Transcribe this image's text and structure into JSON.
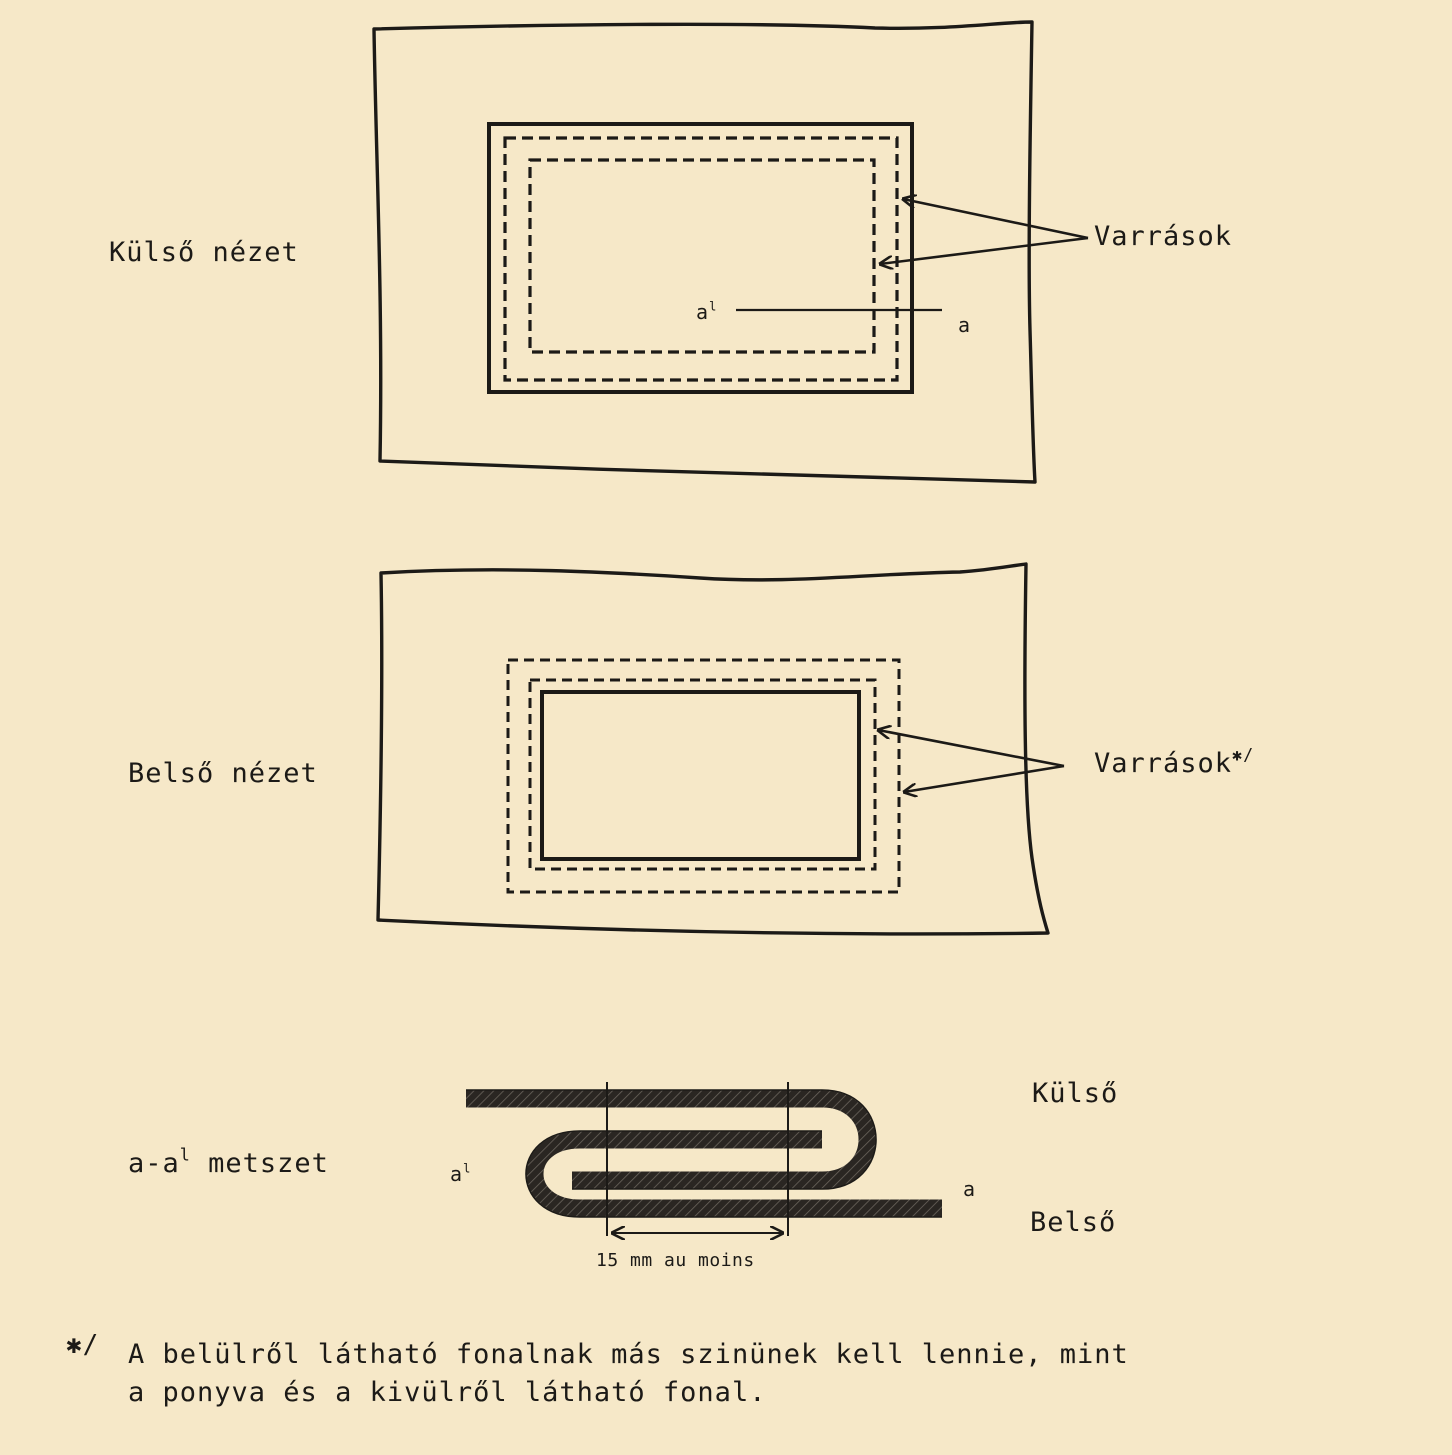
{
  "colors": {
    "paper": "#f6e8c8",
    "ink": "#1c1a17"
  },
  "view_outer": {
    "label": "Külső nézet",
    "seams_label": "Varrások",
    "section_end_a1": "a",
    "section_end_a1_sup": "l",
    "section_end_a": "a"
  },
  "view_inner": {
    "label": "Belső nézet",
    "seams_label": "Varrások",
    "seams_marker": "✱/"
  },
  "section": {
    "label_prefix": "a-a",
    "label_sup": "l",
    "label_suffix": " metszet",
    "end_a1": "a",
    "end_a1_sup": "l",
    "end_a": "a",
    "outside": "Külső",
    "inside": "Belső",
    "dimension": "15 mm au moins"
  },
  "footnote": {
    "marker": "✱/",
    "line1": "A belülről látható fonalnak más szinünek kell lennie, mint",
    "line2": "a ponyva és a kivülről látható fonal."
  }
}
